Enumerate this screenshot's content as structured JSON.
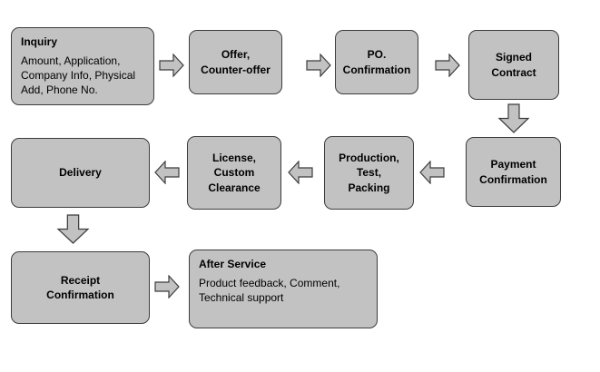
{
  "colors": {
    "background": "#ffffff",
    "box_fill": "#c2c2c2",
    "box_border": "#3c3c3c",
    "arrow_fill": "#c2c2c2",
    "arrow_border": "#3c3c3c"
  },
  "nodes": {
    "inquiry": {
      "title": "Inquiry",
      "body": "Amount, Application,\nCompany Info, Physical\nAdd, Phone No."
    },
    "offer": {
      "label": "Offer,\nCounter-offer"
    },
    "po": {
      "label": "PO.\nConfirmation"
    },
    "signed_contract": {
      "label": "Signed\nContract"
    },
    "payment": {
      "label": "Payment\nConfirmation"
    },
    "production": {
      "label": "Production,\nTest,\nPacking"
    },
    "license": {
      "label": "License,\nCustom\nClearance"
    },
    "delivery": {
      "label": "Delivery"
    },
    "receipt": {
      "label": "Receipt\nConfirmation"
    },
    "after_service": {
      "title": "After Service",
      "body": "Product feedback, Comment,\nTechnical support"
    }
  },
  "flow": [
    {
      "from": "inquiry",
      "to": "offer",
      "direction": "right"
    },
    {
      "from": "offer",
      "to": "po",
      "direction": "right"
    },
    {
      "from": "po",
      "to": "signed_contract",
      "direction": "right"
    },
    {
      "from": "signed_contract",
      "to": "payment",
      "direction": "down"
    },
    {
      "from": "payment",
      "to": "production",
      "direction": "left"
    },
    {
      "from": "production",
      "to": "license",
      "direction": "left"
    },
    {
      "from": "license",
      "to": "delivery",
      "direction": "left"
    },
    {
      "from": "delivery",
      "to": "receipt",
      "direction": "down"
    },
    {
      "from": "receipt",
      "to": "after_service",
      "direction": "right"
    }
  ]
}
